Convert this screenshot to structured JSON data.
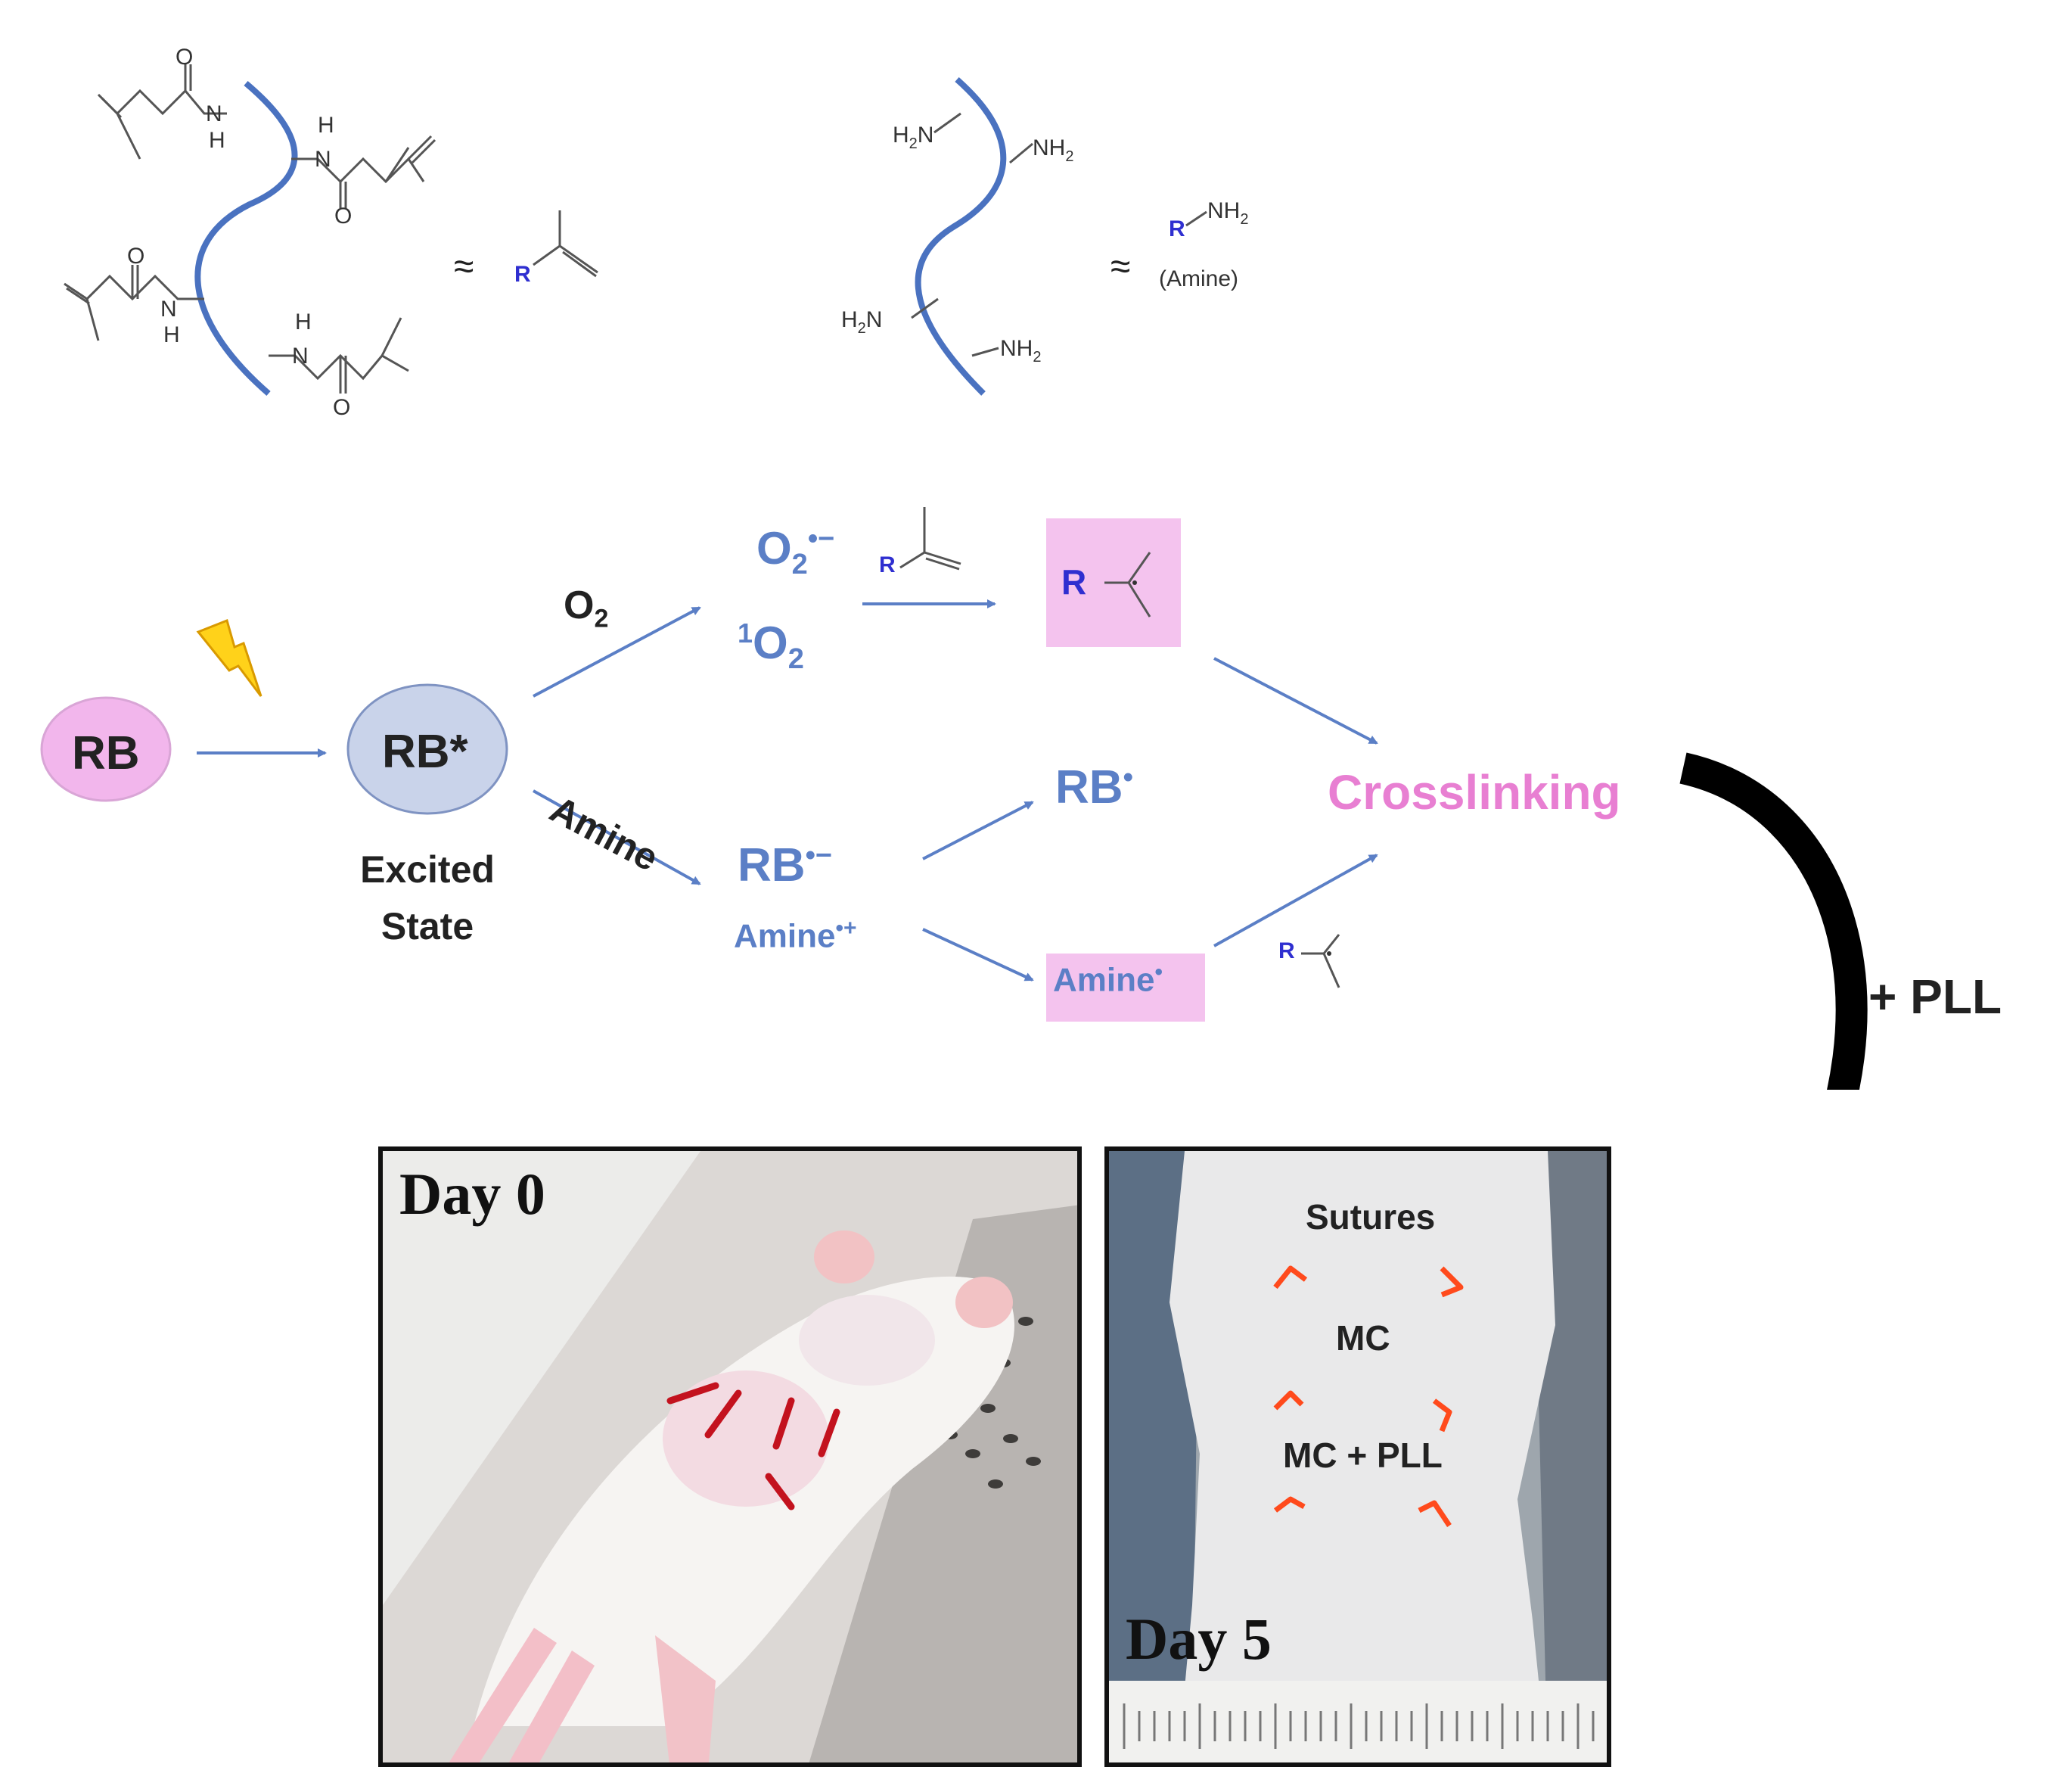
{
  "monomer_left": {
    "o_label": "O",
    "nh_label": "N",
    "h_label": "H",
    "approx": "≈",
    "r_label": "R"
  },
  "monomer_right": {
    "nh2_label": "NH",
    "h2n_label": "H",
    "sub2": "2",
    "n_label": "N",
    "approx": "≈",
    "r_label": "R",
    "amine_caption": "(Amine)"
  },
  "mechanism": {
    "rb": "RB",
    "rb_star": "RB*",
    "excited_line1": "Excited",
    "excited_line2": "State",
    "o2_label": "O",
    "o2_sub": "2",
    "amine_label": "Amine",
    "superoxide": "O",
    "superoxide_sub": "2",
    "superoxide_sup": "•−",
    "singlet_sup": "1",
    "singlet": "O",
    "singlet_sub": "2",
    "r_small": "R",
    "r_radical": "R",
    "rb_radical": "RB",
    "rb_radical_sup": "•",
    "rb_radical_anion": "RB",
    "rb_radical_anion_sup": "•−",
    "amine_cation": "Amine",
    "amine_cation_sup": "•+",
    "amine_radical": "Amine",
    "amine_radical_sup": "•",
    "crosslinking": "Crosslinking",
    "plus_pll": "+ PLL"
  },
  "photos": {
    "day0": "Day 0",
    "day5": "Day 5",
    "sutures": "Sutures",
    "mc": "MC",
    "mc_pll": "MC + PLL"
  },
  "colors": {
    "blue": "#5b7fc6",
    "pink_text": "#e87fd2",
    "pink_box": "#f4c3ee",
    "rb_fill": "#f2b6ec",
    "rb_star_fill": "#c9d3ea",
    "chevron": "#ff4a1c"
  }
}
